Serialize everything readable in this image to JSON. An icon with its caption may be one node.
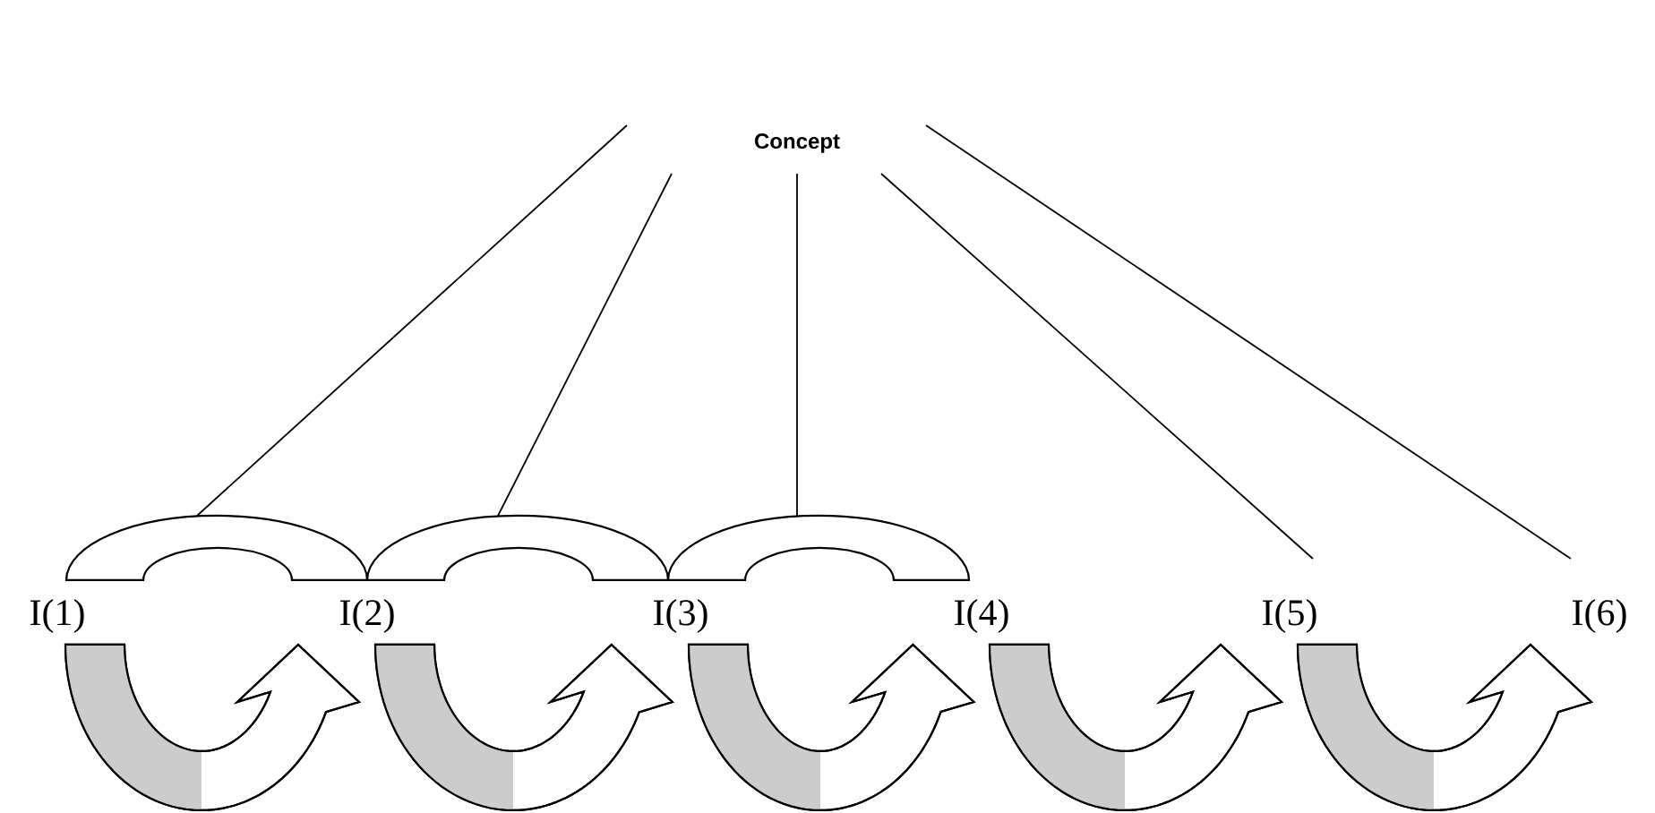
{
  "diagram": {
    "nodes": [
      {
        "text": [
          "Concept"
        ]
      },
      {
        "text": [
          "I(1)"
        ]
      },
      {
        "text": [
          "I(2)"
        ]
      },
      {
        "text": [
          "I(3)"
        ]
      },
      {
        "text": [
          "I(4)"
        ]
      },
      {
        "text": [
          "I(5)"
        ]
      },
      {
        "text": [
          "I(6)"
        ]
      },
      {
        "text": [],
        "shape": "arch"
      },
      {
        "text": [],
        "shape": "arch"
      },
      {
        "text": [],
        "shape": "arch"
      }
    ],
    "edges": [
      {
        "from": 0,
        "to": 7,
        "arrow": "none"
      },
      {
        "from": 0,
        "to": 8,
        "arrow": "none"
      },
      {
        "from": 0,
        "to": 9,
        "arrow": "none"
      },
      {
        "from": 0,
        "to": 5,
        "arrow": "none"
      },
      {
        "from": 0,
        "to": 6,
        "arrow": "none"
      },
      {
        "from": 1,
        "to": 2,
        "arrow": "to",
        "style": "thick"
      },
      {
        "from": 2,
        "to": 3,
        "arrow": "to",
        "style": "thick"
      },
      {
        "from": 3,
        "to": 4,
        "arrow": "to",
        "style": "thick"
      },
      {
        "from": 4,
        "to": 5,
        "arrow": "to",
        "style": "thick"
      },
      {
        "from": 5,
        "to": 6,
        "arrow": "to",
        "style": "thick"
      }
    ]
  }
}
